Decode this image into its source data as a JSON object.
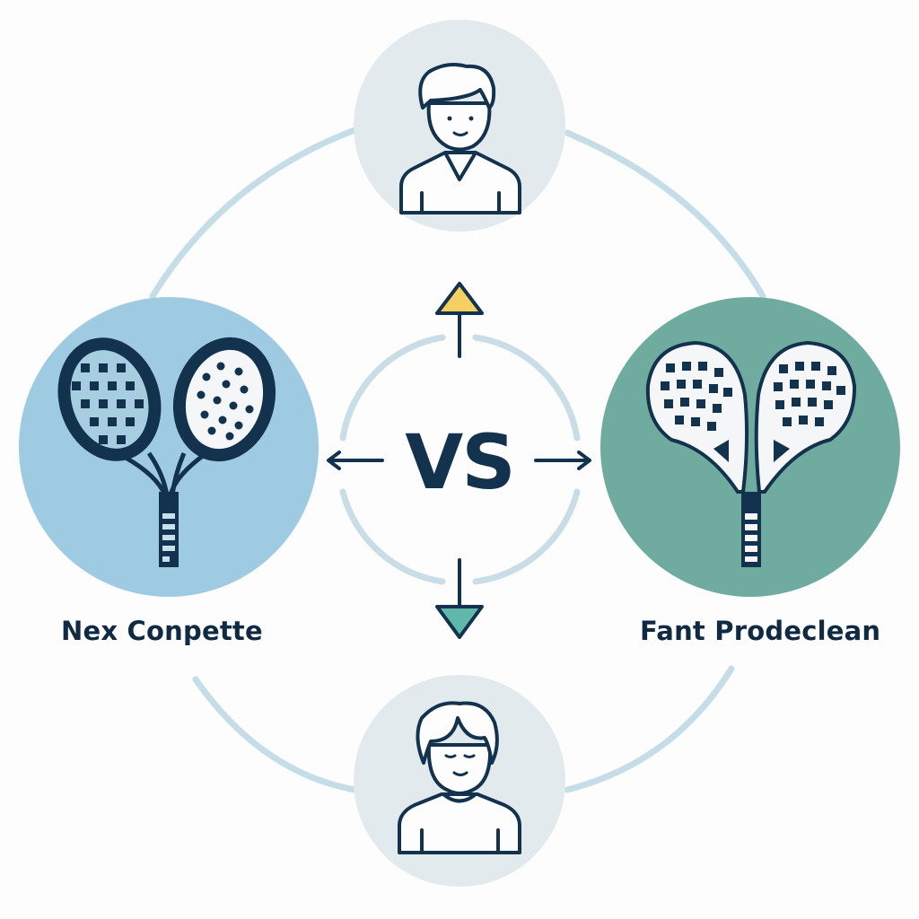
{
  "diagram": {
    "center": {
      "label": "VS"
    },
    "left_product": {
      "label": "Nex Conpette",
      "icon": "padel-rackets-icon",
      "color": "#9ecbe2"
    },
    "right_product": {
      "label": "Fant Prodeclean",
      "icon": "padel-rackets-icon",
      "color": "#6fac9f"
    },
    "top_person": {
      "icon": "person-icon",
      "color": "#e2eaee"
    },
    "bottom_person": {
      "icon": "person-icon",
      "color": "#e2eaee"
    },
    "arrows": {
      "up": {
        "direction": "up",
        "color": "#f6cf63"
      },
      "down": {
        "direction": "down",
        "color": "#5fb8aa"
      },
      "left": {
        "direction": "left"
      },
      "right": {
        "direction": "right"
      }
    },
    "colors": {
      "ink": "#12324d",
      "ring": "#c5dde7",
      "background": "#fdfdfd"
    }
  }
}
